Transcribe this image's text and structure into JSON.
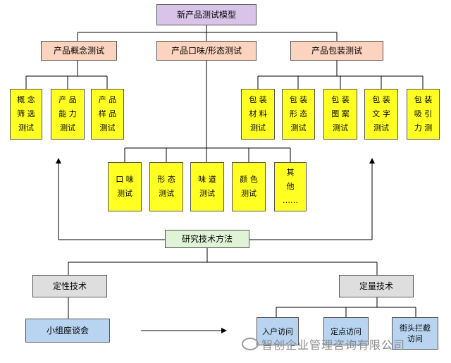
{
  "title": "新产品测试模型",
  "categories": {
    "concept": "产品概念测试",
    "taste": "产品口味/形态测试",
    "package": "产品包装测试"
  },
  "concept_tests": [
    "概 念\n筛 选\n测试",
    "产 品\n能 力\n测试",
    "产 品\n样 品\n测试"
  ],
  "taste_tests": [
    "口 味\n测试",
    "形 态\n测试",
    "味 道\n测试",
    "颜 色\n测试",
    "其\n他\n……"
  ],
  "package_tests": [
    "包 装\n材 料\n测试",
    "包 装\n形 态\n测试",
    "包 装\n图 案\n测试",
    "包 装\n文 字\n测试",
    "包 装\n吸 引\n力 测"
  ],
  "methods": "研究技术方法",
  "qualitative": "定性技术",
  "quantitative": "定量技术",
  "focus_group": "小组座谈会",
  "quant_methods": [
    "入户访问",
    "定点访问",
    "街头拦截\n访问"
  ],
  "watermark": "智创企业管理咨询有限公司"
}
